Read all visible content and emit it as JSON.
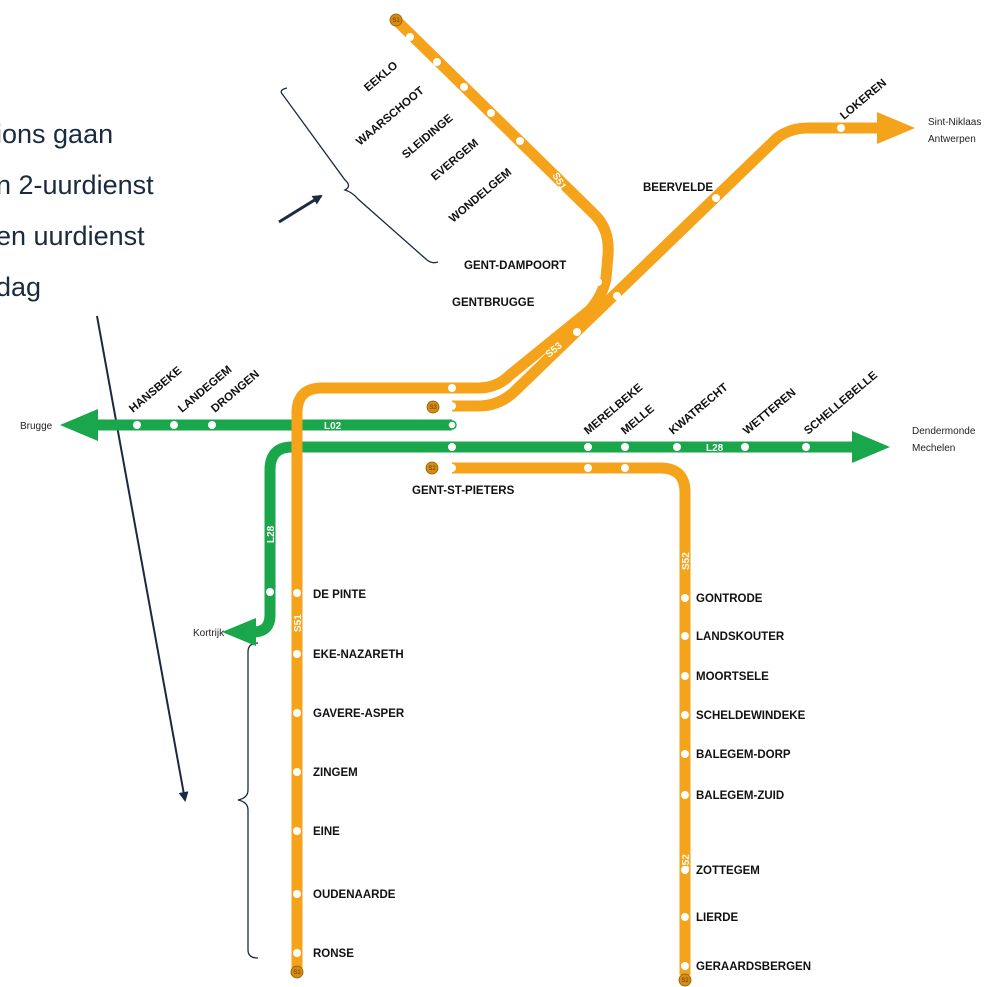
{
  "annotation": {
    "lines": [
      "ions gaan",
      "n 2-uurdienst",
      "en uurdienst",
      "dag"
    ]
  },
  "colors": {
    "orange": "#f5a31a",
    "green": "#1aa64b",
    "annotation": "#1a2a40"
  },
  "line_labels": {
    "s51_top": "S51",
    "s51_mid": "S51",
    "s53": "S53",
    "l02": "L02",
    "l28_east": "L28",
    "l28_south": "L28",
    "s51_south": "S51",
    "s52_upper": "S52",
    "s52_lower": "S52"
  },
  "badges": {
    "s51_north": "S1",
    "s53": "S3",
    "s52": "S2",
    "s51_south": "S1",
    "s52_south": "S2"
  },
  "destinations": {
    "brugge": "Brugge",
    "kortrijk": "Kortrijk",
    "sint_niklaas": "Sint-Niklaas",
    "antwerpen": "Antwerpen",
    "dendermonde": "Dendermonde",
    "mechelen": "Mechelen"
  },
  "stations": {
    "eeklo": "EEKLO",
    "waarschoot": "WAARSCHOOT",
    "sleidinge": "SLEIDINGE",
    "evergem": "EVERGEM",
    "wondelgem": "WONDELGEM",
    "gent_dampoort": "GENT-DAMPOORT",
    "gentbrugge": "GENTBRUGGE",
    "beervelde": "BEERVELDE",
    "lokeren": "LOKEREN",
    "hansbeke": "HANSBEKE",
    "landegem": "LANDEGEM",
    "drongen": "DRONGEN",
    "merelbeke": "MERELBEKE",
    "melle": "MELLE",
    "kwatrecht": "KWATRECHT",
    "wetteren": "WETTEREN",
    "schellebelle": "SCHELLEBELLE",
    "gent_st_pieters": "GENT-ST-PIETERS",
    "de_pinte": "DE PINTE",
    "eke_nazareth": "EKE-NAZARETH",
    "gavere_asper": "GAVERE-ASPER",
    "zingem": "ZINGEM",
    "eine": "EINE",
    "oudenaarde": "OUDENAARDE",
    "ronse": "RONSE",
    "gontrode": "GONTRODE",
    "landskouter": "LANDSKOUTER",
    "moortsele": "MOORTSELE",
    "scheldewindeke": "SCHELDEWINDEKE",
    "balegem_dorp": "BALEGEM-DORP",
    "balegem_zuid": "BALEGEM-ZUID",
    "zottegem": "ZOTTEGEM",
    "lierde": "LIERDE",
    "geraardsbergen": "GERAARDSBERGEN"
  }
}
